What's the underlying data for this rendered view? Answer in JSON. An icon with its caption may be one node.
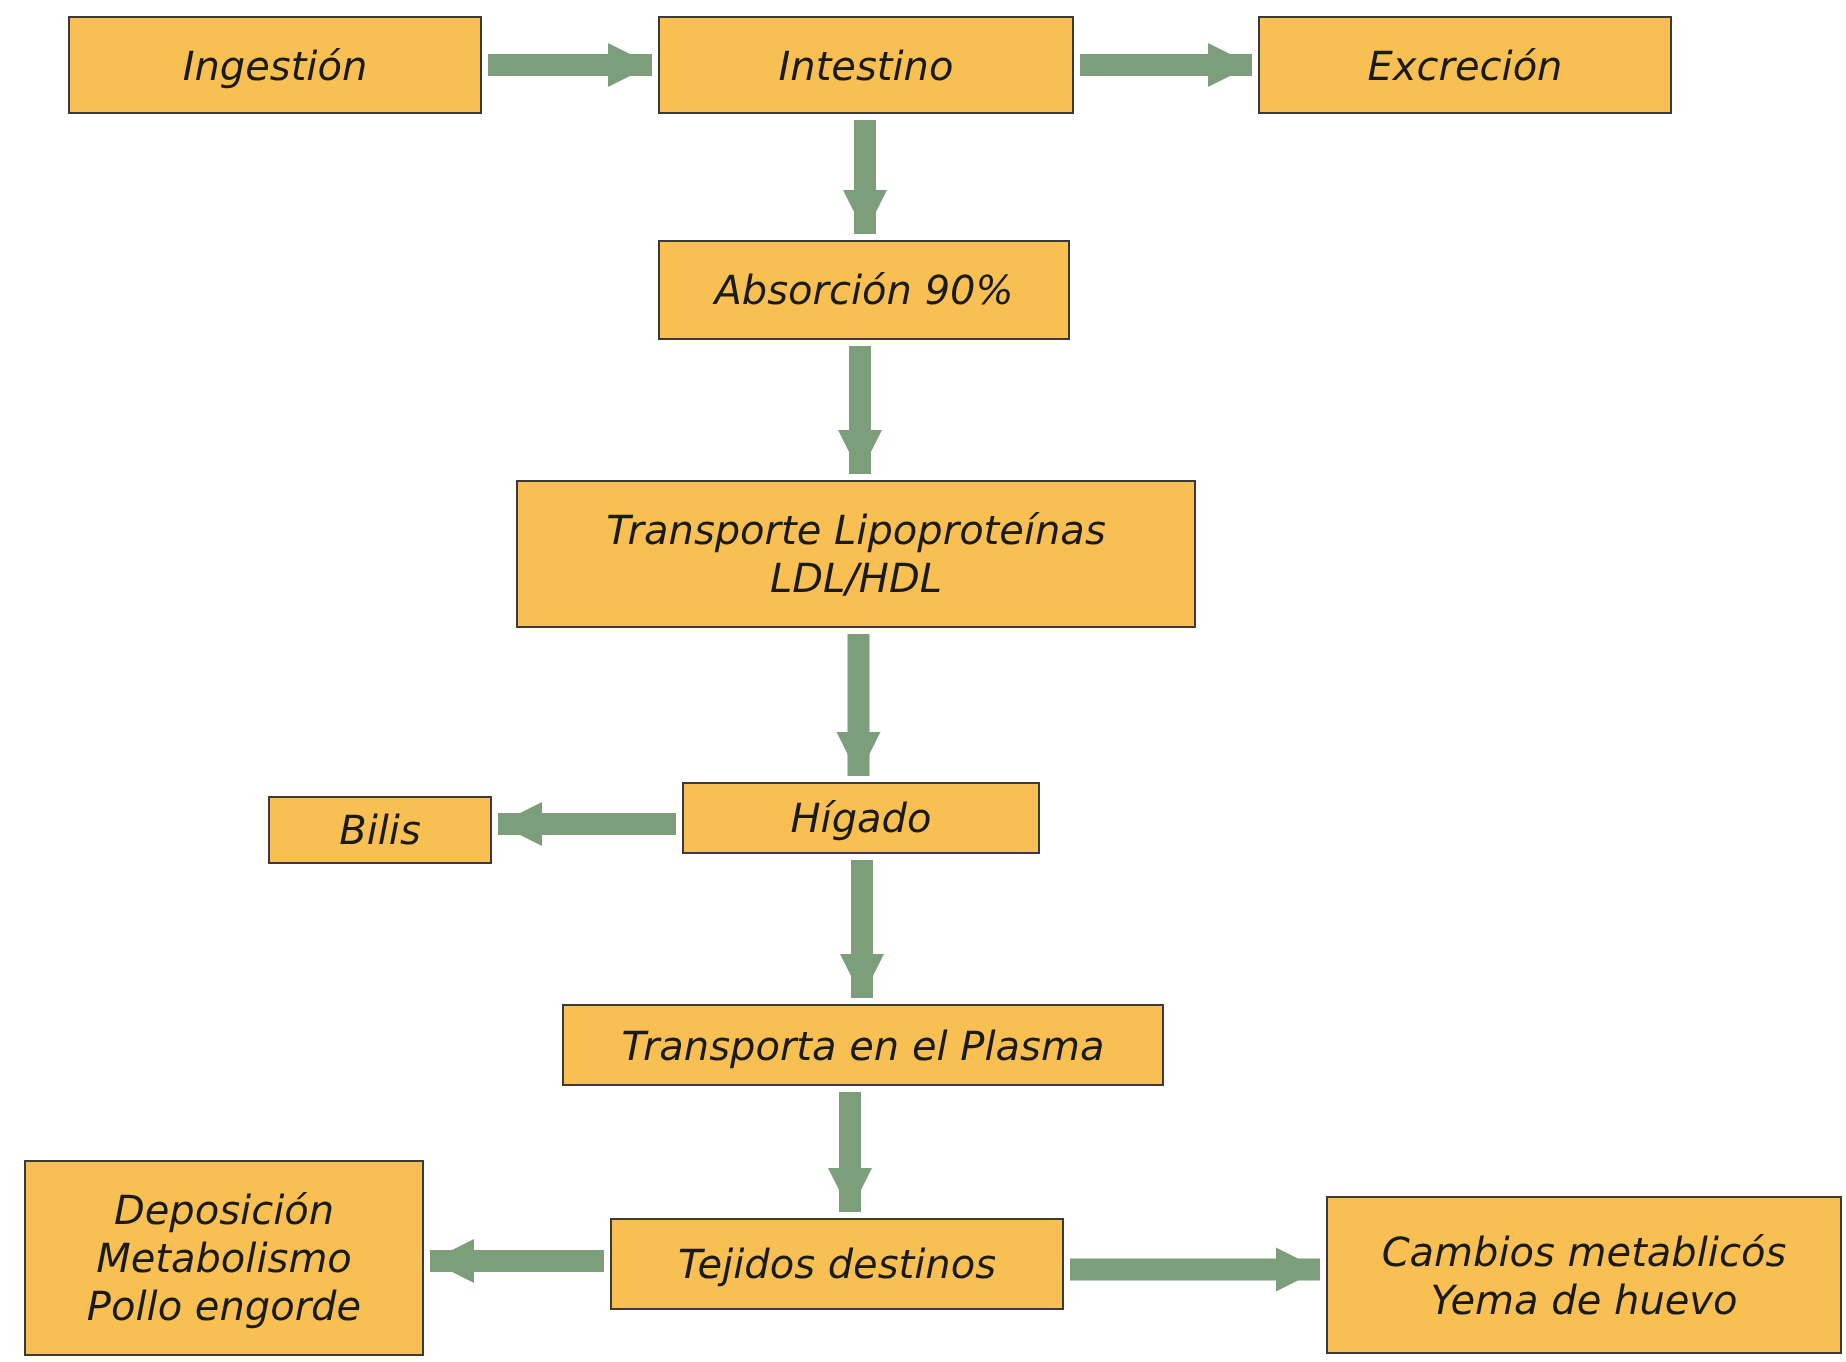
{
  "diagram": {
    "nodes": [
      {
        "text": [
          "Ingestión"
        ]
      },
      {
        "text": [
          "Intestino"
        ]
      },
      {
        "text": [
          "Excreción"
        ]
      },
      {
        "text": [
          "Absorción 90%"
        ]
      },
      {
        "text": [
          "Transporte Lipoproteínas LDL/HDL"
        ]
      },
      {
        "text": [
          "Hígado"
        ]
      },
      {
        "text": [
          "Bilis"
        ]
      },
      {
        "text": [
          "Transporta en el Plasma"
        ]
      },
      {
        "text": [
          "Deposición Metabolismo Pollo engorde"
        ]
      },
      {
        "text": [
          "Tejidos destinos"
        ]
      },
      {
        "text": [
          "Cambios metablicós Yema de huevo"
        ]
      }
    ],
    "edges": [
      {
        "from": 0,
        "to": 1,
        "arrow": "to"
      },
      {
        "from": 1,
        "to": 2,
        "arrow": "to"
      },
      {
        "from": 1,
        "to": 3,
        "arrow": "to"
      },
      {
        "from": 3,
        "to": 4,
        "arrow": "to"
      },
      {
        "from": 4,
        "to": 5,
        "arrow": "to"
      },
      {
        "from": 5,
        "to": 6,
        "arrow": "to"
      },
      {
        "from": 5,
        "to": 7,
        "arrow": "to"
      },
      {
        "from": 7,
        "to": 9,
        "arrow": "to"
      },
      {
        "from": 9,
        "to": 8,
        "arrow": "to"
      },
      {
        "from": 9,
        "to": 10,
        "arrow": "to"
      }
    ]
  }
}
